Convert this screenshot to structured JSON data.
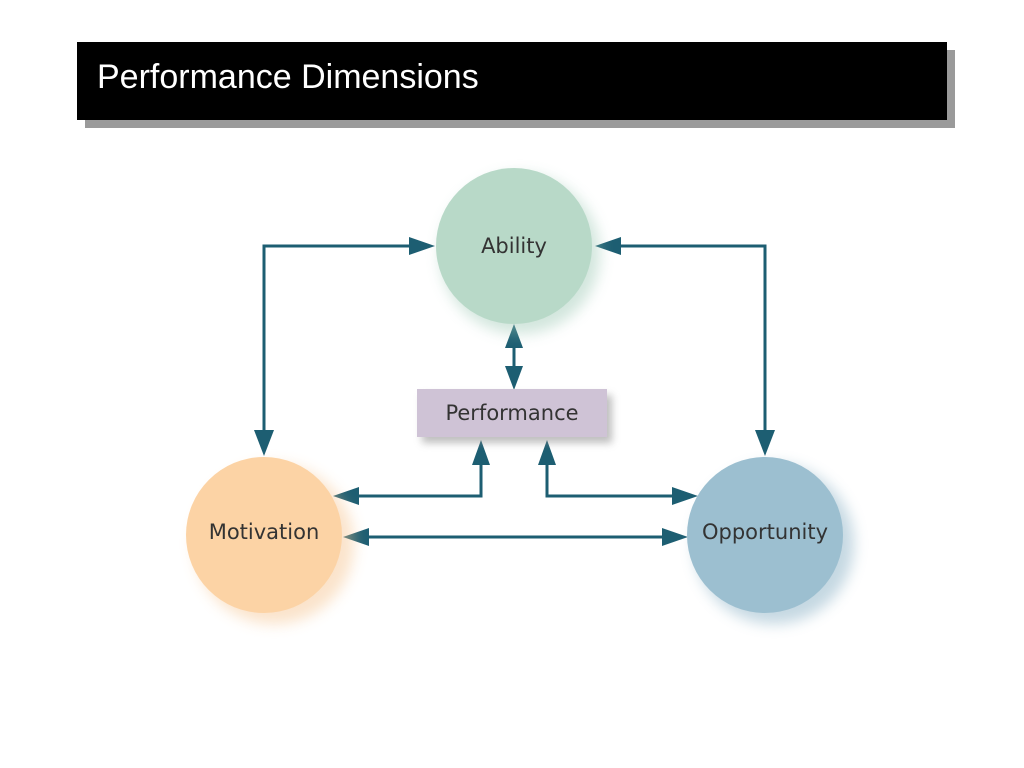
{
  "slide": {
    "title": "Performance Dimensions"
  },
  "diagram": {
    "nodes": {
      "ability": {
        "label": "Ability",
        "color": "#b8d9c8"
      },
      "motivation": {
        "label": "Motivation",
        "color": "#fcd3a5"
      },
      "opportunity": {
        "label": "Opportunity",
        "color": "#9cbfd0"
      },
      "performance": {
        "label": "Performance",
        "color": "#cfc3d6"
      }
    },
    "arrow_color": "#1d5e72"
  }
}
